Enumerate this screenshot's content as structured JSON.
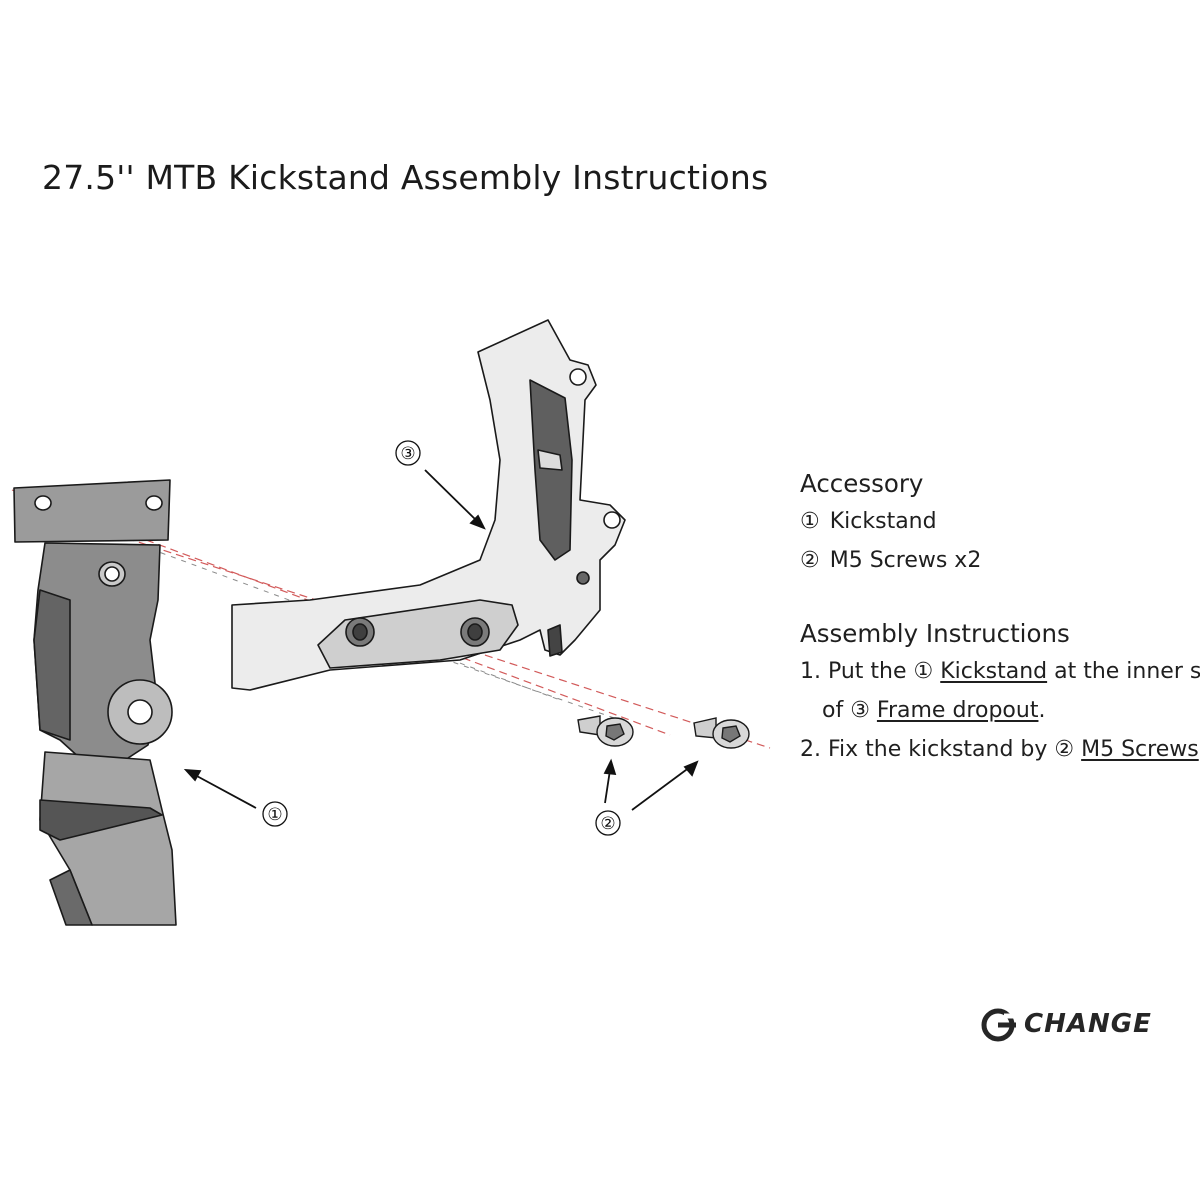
{
  "title": "27.5'' MTB Kickstand Assembly Instructions",
  "callouts": {
    "kickstand": "①",
    "screws": "②",
    "frame": "③"
  },
  "accessory": {
    "heading": "Accessory",
    "items": [
      {
        "mark": "①",
        "label": "Kickstand"
      },
      {
        "mark": "②",
        "label": "M5 Screws x2"
      }
    ]
  },
  "instructions": {
    "heading": "Assembly Instructions",
    "step1": {
      "prefix": "1. Put the ① ",
      "link1": "Kickstand",
      "middle": " at the inner side",
      "line2_prefix": "of ③ ",
      "link2": "Frame dropout",
      "suffix": "."
    },
    "step2": {
      "prefix": "2. Fix the kickstand by ② ",
      "link": "M5 Screws",
      "suffix": "."
    }
  },
  "logo": {
    "text": "CHANGE",
    "icon": "change-logo-icon"
  },
  "colors": {
    "part_dark": "#6f6f6f",
    "part_mid": "#9d9d9d",
    "part_light": "#ececec",
    "dash": "#d25a5a",
    "line": "#1a1a1a"
  }
}
